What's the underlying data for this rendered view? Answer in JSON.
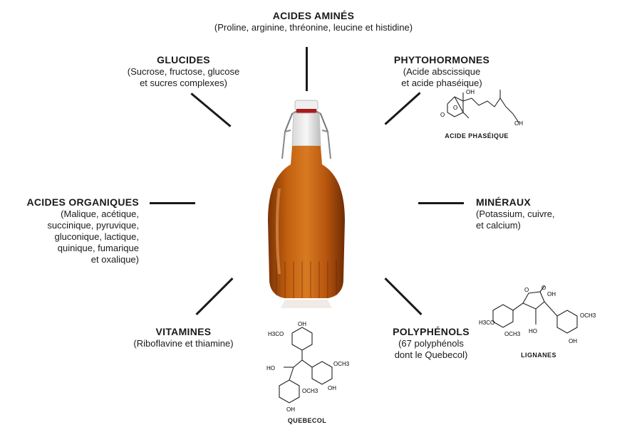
{
  "groups": {
    "acides_amines": {
      "title": "ACIDES AMINÉS",
      "lines": [
        "(Proline, arginine, thréonine, leucine et histidine)"
      ]
    },
    "glucides": {
      "title": "GLUCIDES",
      "lines": [
        "(Sucrose, fructose, glucose",
        "et sucres complexes)"
      ]
    },
    "phytohormones": {
      "title": "PHYTOHORMONES",
      "lines": [
        "(Acide abscissique",
        "et acide phaséique)"
      ]
    },
    "acides_organiques": {
      "title": "ACIDES ORGANIQUES",
      "lines": [
        "(Malique, acétique,",
        "succinique, pyruvique,",
        "gluconique, lactique,",
        "quinique, fumarique",
        "et oxalique)"
      ]
    },
    "mineraux": {
      "title": "MINÉRAUX",
      "lines": [
        "(Potassium, cuivre,",
        "et calcium)"
      ]
    },
    "vitamines": {
      "title": "VITAMINES",
      "lines": [
        "(Riboflavine et thiamine)"
      ]
    },
    "polyphenols": {
      "title": "POLYPHÉNOLS",
      "lines": [
        "(67 polyphénols",
        "dont le Quebecol)"
      ]
    }
  },
  "molecules": {
    "acide_phaseique": {
      "caption": "ACIDE PHASÉIQUE",
      "labels": [
        "OH",
        "O",
        "O",
        "OH"
      ]
    },
    "lignanes": {
      "caption": "LIGNANES",
      "labels": [
        "O",
        "O",
        "OH",
        "H3CO",
        "OCH3",
        "HO",
        "OCH3",
        "OH"
      ]
    },
    "quebecol": {
      "caption": "QUEBECOL",
      "labels": [
        "H3CO",
        "OH",
        "HO",
        "OCH3",
        "OH",
        "OCH3",
        "OH"
      ]
    }
  },
  "colors": {
    "syrup": "#b9560f",
    "syrup_dark": "#7a3306",
    "cap_red": "#a81c1c",
    "text": "#1a1a1a"
  }
}
